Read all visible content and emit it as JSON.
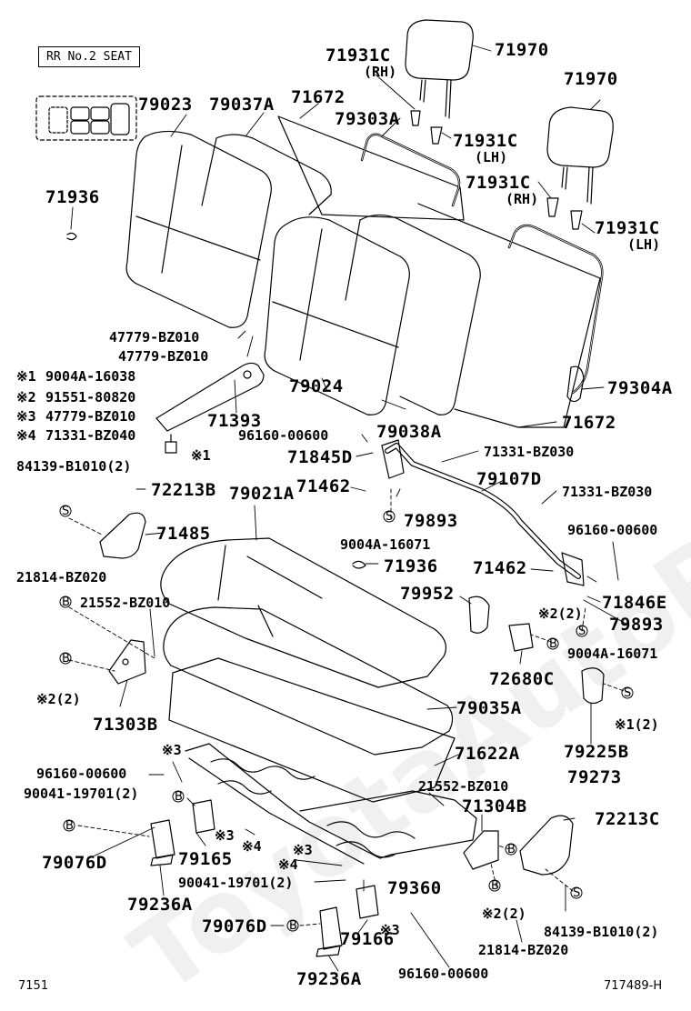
{
  "header": {
    "seat_label": "RR No.2 SEAT"
  },
  "footer": {
    "left_code": "7151",
    "right_code": "717489-H"
  },
  "watermark": "ToyotaAutoPartsMiner.ru",
  "legend": {
    "title": "",
    "entries": [
      {
        "mark": "※1",
        "part": "9004A-16038"
      },
      {
        "mark": "※2",
        "part": "91551-80820"
      },
      {
        "mark": "※3",
        "part": "47779-BZ010"
      },
      {
        "mark": "※4",
        "part": "71331-BZ040"
      }
    ]
  },
  "labels": {
    "p79023": "79023",
    "p79037a": "79037A",
    "p71672a": "71672",
    "p79303a": "79303A",
    "p71931c_rh1": "71931C",
    "rh1": "(RH)",
    "p71970a": "71970",
    "p71931c_lh1": "71931C",
    "lh1": "(LH)",
    "p71970b": "71970",
    "p71931c_rh2": "71931C",
    "rh2": "(RH)",
    "p71931c_lh2": "71931C",
    "lh2": "(LH)",
    "p71936a": "71936",
    "p47779a": "47779-BZ010",
    "p47779b": "47779-BZ010",
    "p79304a": "79304A",
    "p71393": "71393",
    "p79024": "79024",
    "p79038a": "79038A",
    "p71672b": "71672",
    "p96160a": "96160-00600",
    "p71845d": "71845D",
    "p71331a": "71331-BZ030",
    "p84139a": "84139-B1010(2)",
    "p72213b": "72213B",
    "p79021a": "79021A",
    "p71462a": "71462",
    "p79107d": "79107D",
    "p71331b": "71331-BZ030",
    "p71485": "71485",
    "p79893a": "79893",
    "p9004a_a": "9004A-16071",
    "p96160b": "96160-00600",
    "p21814a": "21814-BZ020",
    "p71936b": "71936",
    "p71462b": "71462",
    "p21552a": "21552-BZ010",
    "p79952": "79952",
    "p71846e": "71846E",
    "mark22a": "※2(2)",
    "p79893b": "79893",
    "p9004a_b": "9004A-16071",
    "p72680c": "72680C",
    "mark22b": "※2(2)",
    "p71303b": "71303B",
    "p79035a": "79035A",
    "mark12": "※1(2)",
    "p71622a": "71622A",
    "p79225b": "79225B",
    "mark3a": "※3",
    "p96160c": "96160-00600",
    "p21552b": "21552-BZ010",
    "p79273": "79273",
    "p90041a": "90041-19701(2)",
    "p71304b": "71304B",
    "p72213c": "72213C",
    "mark3b": "※3",
    "mark4a": "※4",
    "p79076d_a": "79076D",
    "p79165": "79165",
    "mark3c": "※3",
    "mark4b": "※4",
    "p90041b": "90041-19701(2)",
    "p79360": "79360",
    "p79236a_a": "79236A",
    "mark22c": "※2(2)",
    "p84139b": "84139-B1010(2)",
    "p79076d_b": "79076D",
    "mark3d": "※3",
    "p79166": "79166",
    "p21814b": "21814-BZ020",
    "p96160d": "96160-00600",
    "p79236a_b": "79236A",
    "mark1_bolt": "※1"
  },
  "callouts": {
    "b": "B",
    "s": "S"
  }
}
